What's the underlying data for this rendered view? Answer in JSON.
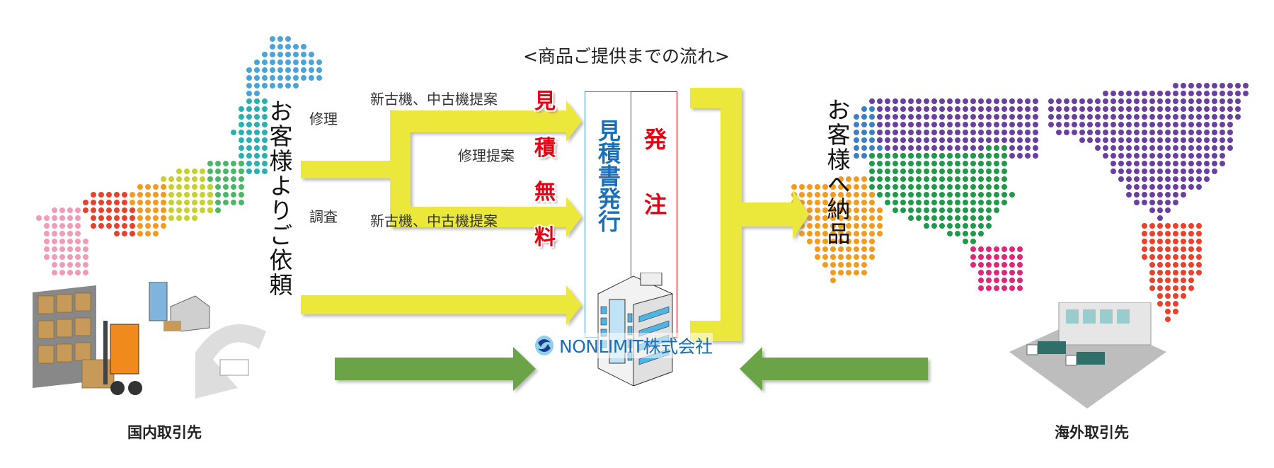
{
  "title": "<商品ご提供までの流れ>",
  "left_vertical": "お客様よりご依頼",
  "right_vertical": "お客様へ納品",
  "flows": {
    "repair_label": "修理",
    "survey_label": "調査",
    "top_branch_label": "新古機、中古機提案",
    "middle_branch_label": "修理提案",
    "bottom_branch_label": "新古機、中古機提案"
  },
  "free_estimate_chars": [
    "見",
    "積",
    "無",
    "料"
  ],
  "estimate_box": "見積書発行",
  "order_box": "発注",
  "company": "NONLIMIT株式会社",
  "domestic_caption": "国内取引先",
  "overseas_caption": "海外取引先",
  "colors": {
    "yellow_arrow": "#ece83a",
    "green_arrow": "#6ba446",
    "red": "#e60012",
    "blue": "#1a6fb8"
  }
}
